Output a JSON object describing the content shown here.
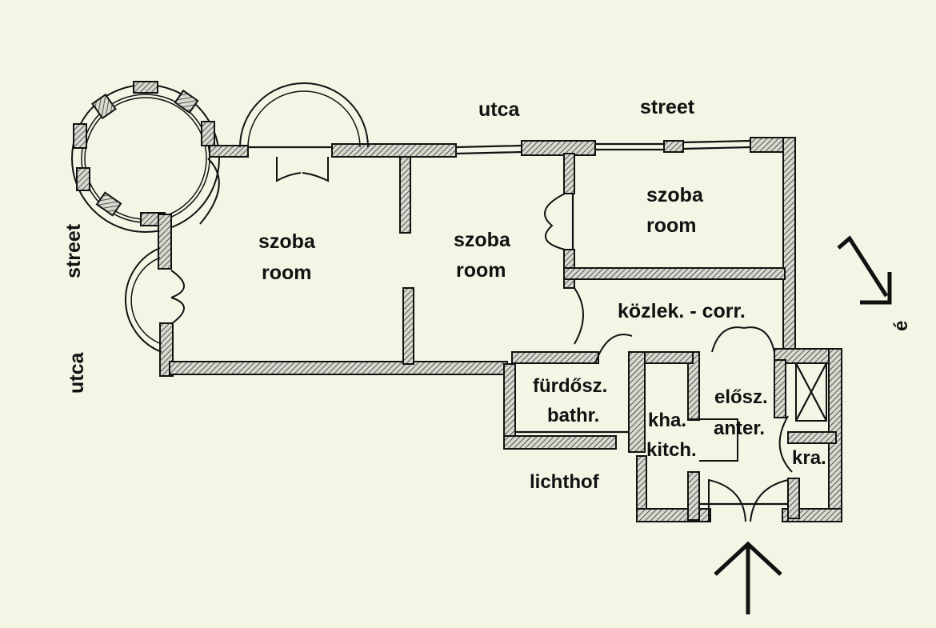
{
  "street_labels": {
    "top_hu": "utca",
    "top_en": "street",
    "left_en": "street",
    "left_hu": "utca"
  },
  "rooms": {
    "room_left": {
      "hu": "szoba",
      "en": "room"
    },
    "room_mid": {
      "hu": "szoba",
      "en": "room"
    },
    "room_right": {
      "hu": "szoba",
      "en": "room"
    },
    "corridor": "közlek. - corr.",
    "bathroom": {
      "hu": "fürdősz.",
      "en": "bathr."
    },
    "kitchen": {
      "hu": "kha.",
      "en": "kitch."
    },
    "anteroom": {
      "hu": "elősz.",
      "en": "anter."
    },
    "pantry": "kra.",
    "lightwell": "lichthof"
  },
  "compass_label": "é"
}
